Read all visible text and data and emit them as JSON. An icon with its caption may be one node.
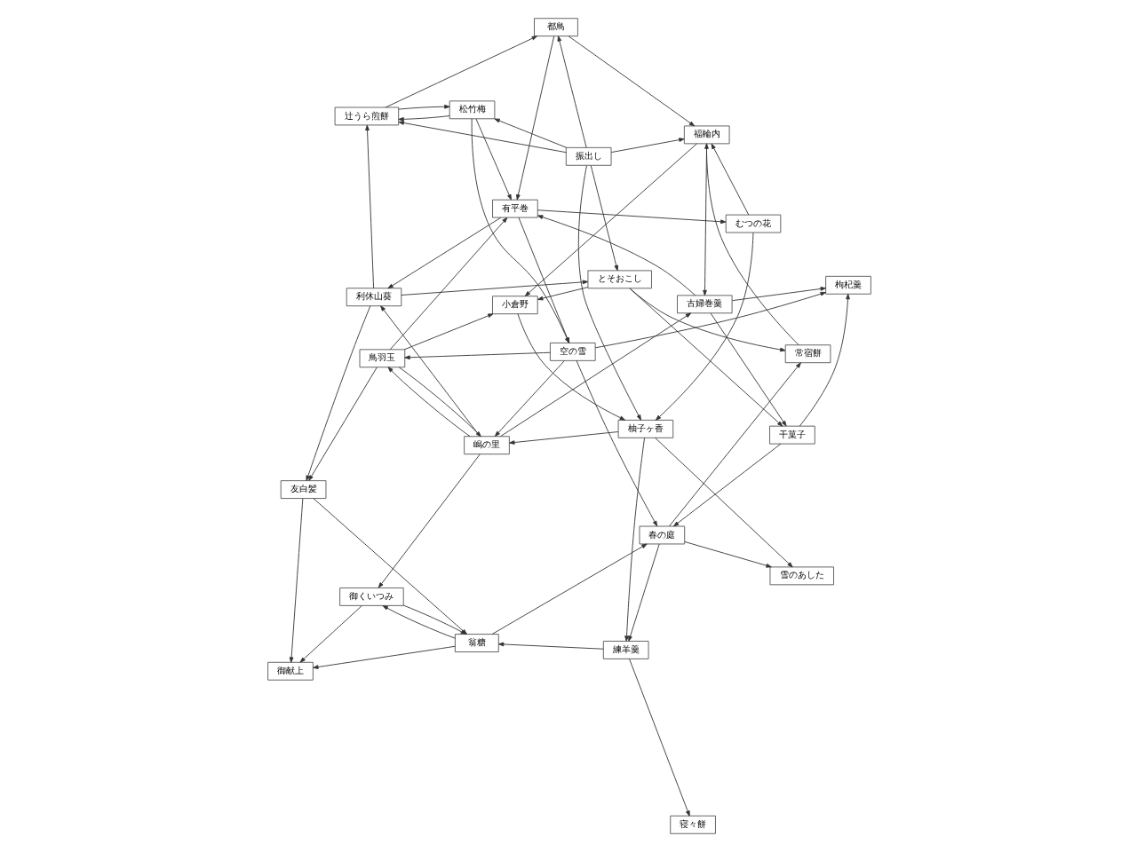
{
  "diagram": {
    "nodes": [
      {
        "text": [
          "御献上"
        ]
      },
      {
        "text": [
          "寝々餅"
        ]
      },
      {
        "text": [
          "友白髪"
        ]
      },
      {
        "text": [
          "御くいつみ"
        ]
      },
      {
        "text": [
          "翁糖"
        ]
      },
      {
        "text": [
          "練羊羹"
        ]
      },
      {
        "text": [
          "小倉野"
        ]
      },
      {
        "text": [
          "枸杞羹"
        ]
      },
      {
        "text": [
          "鳥羽玉"
        ]
      },
      {
        "text": [
          "干菓子"
        ]
      },
      {
        "text": [
          "雪のあした"
        ]
      },
      {
        "text": [
          "利休山葵"
        ]
      },
      {
        "text": [
          "柚子ヶ香"
        ]
      },
      {
        "text": [
          "嶋の里"
        ]
      },
      {
        "text": [
          "古婦巻羹"
        ]
      },
      {
        "text": [
          "春の庭"
        ]
      },
      {
        "text": [
          "むつの花"
        ]
      },
      {
        "text": [
          "空の雪"
        ]
      },
      {
        "text": [
          "有平巻"
        ]
      },
      {
        "text": [
          "都鳥"
        ]
      },
      {
        "text": [
          "辻うら煎餅"
        ]
      },
      {
        "text": [
          "常宿餅"
        ]
      },
      {
        "text": [
          "とそおこし"
        ]
      },
      {
        "text": [
          "福輪内"
        ]
      },
      {
        "text": [
          "松竹梅"
        ]
      },
      {
        "text": [
          "振出し"
        ]
      }
    ],
    "edges": [
      {
        "from": 2,
        "to": 0,
        "arrow": "to"
      },
      {
        "from": 3,
        "to": 0,
        "arrow": "to"
      },
      {
        "from": 4,
        "to": 0,
        "arrow": "to"
      },
      {
        "from": 5,
        "to": 1,
        "arrow": "to"
      },
      {
        "from": 2,
        "to": 4,
        "arrow": "to"
      },
      {
        "from": 5,
        "to": 4,
        "arrow": "to"
      },
      {
        "from": 3,
        "to": 4,
        "arrow": "to"
      },
      {
        "from": 8,
        "to": 2,
        "arrow": "to"
      },
      {
        "from": 11,
        "to": 2,
        "arrow": "to"
      },
      {
        "from": 4,
        "to": 3,
        "arrow": "to"
      },
      {
        "from": 13,
        "to": 3,
        "arrow": "to"
      },
      {
        "from": 15,
        "to": 5,
        "arrow": "to"
      },
      {
        "from": 12,
        "to": 5,
        "arrow": "to"
      },
      {
        "from": 8,
        "to": 6,
        "arrow": "to"
      },
      {
        "from": 22,
        "to": 6,
        "arrow": "to"
      },
      {
        "from": 23,
        "to": 6,
        "arrow": "to"
      },
      {
        "from": 14,
        "to": 7,
        "arrow": "to"
      },
      {
        "from": 17,
        "to": 7,
        "arrow": "to"
      },
      {
        "from": 9,
        "to": 7,
        "arrow": "to"
      },
      {
        "from": 17,
        "to": 8,
        "arrow": "to"
      },
      {
        "from": 13,
        "to": 8,
        "arrow": "to"
      },
      {
        "from": 14,
        "to": 9,
        "arrow": "to"
      },
      {
        "from": 22,
        "to": 9,
        "arrow": "to"
      },
      {
        "from": 12,
        "to": 10,
        "arrow": "to"
      },
      {
        "from": 15,
        "to": 10,
        "arrow": "to"
      },
      {
        "from": 18,
        "to": 11,
        "arrow": "to"
      },
      {
        "from": 13,
        "to": 11,
        "arrow": "to"
      },
      {
        "from": 6,
        "to": 12,
        "arrow": "to"
      },
      {
        "from": 25,
        "to": 12,
        "arrow": "to"
      },
      {
        "from": 16,
        "to": 12,
        "arrow": "to"
      },
      {
        "from": 8,
        "to": 13,
        "arrow": "to"
      },
      {
        "from": 12,
        "to": 13,
        "arrow": "to"
      },
      {
        "from": 17,
        "to": 13,
        "arrow": "to"
      },
      {
        "from": 13,
        "to": 14,
        "arrow": "to"
      },
      {
        "from": 23,
        "to": 14,
        "arrow": "to"
      },
      {
        "from": 4,
        "to": 15,
        "arrow": "to"
      },
      {
        "from": 9,
        "to": 15,
        "arrow": "to"
      },
      {
        "from": 17,
        "to": 15,
        "arrow": "to"
      },
      {
        "from": 18,
        "to": 16,
        "arrow": "to"
      },
      {
        "from": 18,
        "to": 17,
        "arrow": "to"
      },
      {
        "from": 24,
        "to": 17,
        "arrow": "to"
      },
      {
        "from": 8,
        "to": 18,
        "arrow": "to"
      },
      {
        "from": 14,
        "to": 18,
        "arrow": "to"
      },
      {
        "from": 19,
        "to": 18,
        "arrow": "to"
      },
      {
        "from": 24,
        "to": 18,
        "arrow": "to"
      },
      {
        "from": 25,
        "to": 19,
        "arrow": "to"
      },
      {
        "from": 20,
        "to": 19,
        "arrow": "to"
      },
      {
        "from": 25,
        "to": 20,
        "arrow": "to"
      },
      {
        "from": 24,
        "to": 20,
        "arrow": "to"
      },
      {
        "from": 11,
        "to": 20,
        "arrow": "to"
      },
      {
        "from": 22,
        "to": 21,
        "arrow": "to"
      },
      {
        "from": 15,
        "to": 21,
        "arrow": "to"
      },
      {
        "from": 25,
        "to": 22,
        "arrow": "to"
      },
      {
        "from": 11,
        "to": 22,
        "arrow": "to"
      },
      {
        "from": 25,
        "to": 23,
        "arrow": "to"
      },
      {
        "from": 19,
        "to": 23,
        "arrow": "to"
      },
      {
        "from": 16,
        "to": 23,
        "arrow": "to"
      },
      {
        "from": 21,
        "to": 23,
        "arrow": "to"
      },
      {
        "from": 25,
        "to": 24,
        "arrow": "to"
      },
      {
        "from": 20,
        "to": 24,
        "arrow": "to"
      }
    ]
  }
}
